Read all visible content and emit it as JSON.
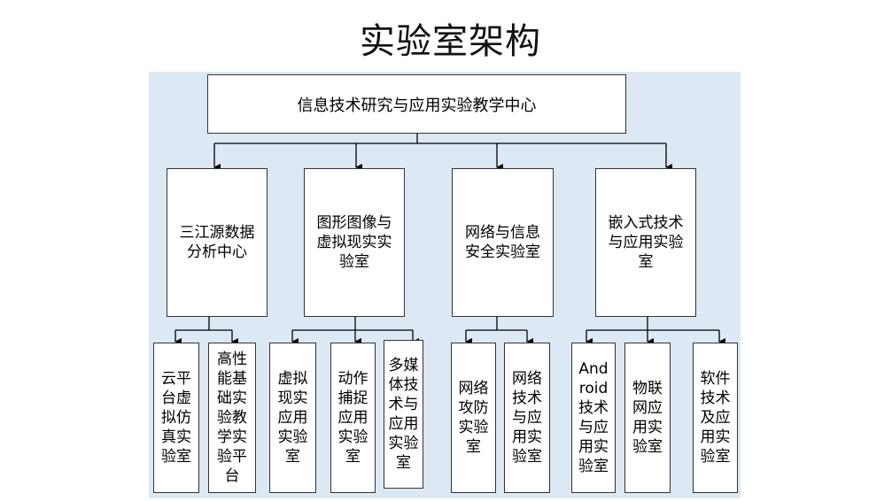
{
  "title": "实验室架构",
  "root": {
    "label": "信息技术研究与应用实验教学中心"
  },
  "departments": [
    {
      "label": "三江源数据分析中心",
      "labs": [
        {
          "label": "云平台虚拟仿真实验室"
        },
        {
          "label": "高性能基础实验教学实验平台"
        }
      ]
    },
    {
      "label": "图形图像与虚拟现实实验室",
      "labs": [
        {
          "label": "虚拟现实应用实验室"
        },
        {
          "label": "动作捕捉应用实验室"
        },
        {
          "label": "多媒体技术与应用实验室"
        }
      ]
    },
    {
      "label": "网络与信息安全实验室",
      "labs": [
        {
          "label": "网络攻防实验室"
        },
        {
          "label": "网络技术与应用实验室"
        }
      ]
    },
    {
      "label": "嵌入式技术与应用实验室",
      "labs": [
        {
          "label": "Android技术与应用实验室"
        },
        {
          "label": "物联网应用实验室"
        },
        {
          "label": "软件技术及应用实验室"
        }
      ]
    }
  ],
  "colors": {
    "background_panel": "#dce8f4",
    "box_fill": "#ffffff",
    "line": "#000000"
  }
}
